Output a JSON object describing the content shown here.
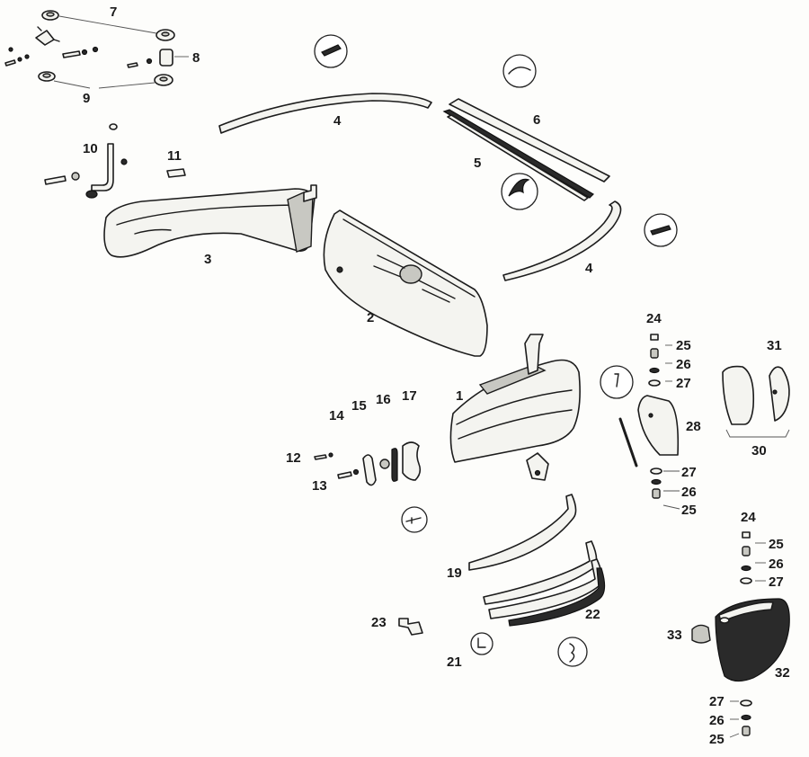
{
  "callouts": [
    {
      "id": "7",
      "text": "7"
    },
    {
      "id": "8",
      "text": "8"
    },
    {
      "id": "9",
      "text": "9"
    },
    {
      "id": "4a",
      "text": "4"
    },
    {
      "id": "6",
      "text": "6"
    },
    {
      "id": "5",
      "text": "5"
    },
    {
      "id": "10",
      "text": "10"
    },
    {
      "id": "11",
      "text": "11"
    },
    {
      "id": "3",
      "text": "3"
    },
    {
      "id": "4b",
      "text": "4"
    },
    {
      "id": "2",
      "text": "2"
    },
    {
      "id": "1",
      "text": "1"
    },
    {
      "id": "24a",
      "text": "24"
    },
    {
      "id": "25a",
      "text": "25"
    },
    {
      "id": "26a",
      "text": "26"
    },
    {
      "id": "27a",
      "text": "27"
    },
    {
      "id": "31",
      "text": "31"
    },
    {
      "id": "28",
      "text": "28"
    },
    {
      "id": "30",
      "text": "30"
    },
    {
      "id": "27b",
      "text": "27"
    },
    {
      "id": "26b",
      "text": "26"
    },
    {
      "id": "25b",
      "text": "25"
    },
    {
      "id": "14",
      "text": "14"
    },
    {
      "id": "15",
      "text": "15"
    },
    {
      "id": "16",
      "text": "16"
    },
    {
      "id": "17",
      "text": "17"
    },
    {
      "id": "12",
      "text": "12"
    },
    {
      "id": "13",
      "text": "13"
    },
    {
      "id": "24b",
      "text": "24"
    },
    {
      "id": "25c",
      "text": "25"
    },
    {
      "id": "26c",
      "text": "26"
    },
    {
      "id": "27c",
      "text": "27"
    },
    {
      "id": "19",
      "text": "19"
    },
    {
      "id": "22",
      "text": "22"
    },
    {
      "id": "23",
      "text": "23"
    },
    {
      "id": "33",
      "text": "33"
    },
    {
      "id": "32",
      "text": "32"
    },
    {
      "id": "21",
      "text": "21"
    },
    {
      "id": "27d",
      "text": "27"
    },
    {
      "id": "26d",
      "text": "26"
    },
    {
      "id": "25d",
      "text": "25"
    }
  ]
}
